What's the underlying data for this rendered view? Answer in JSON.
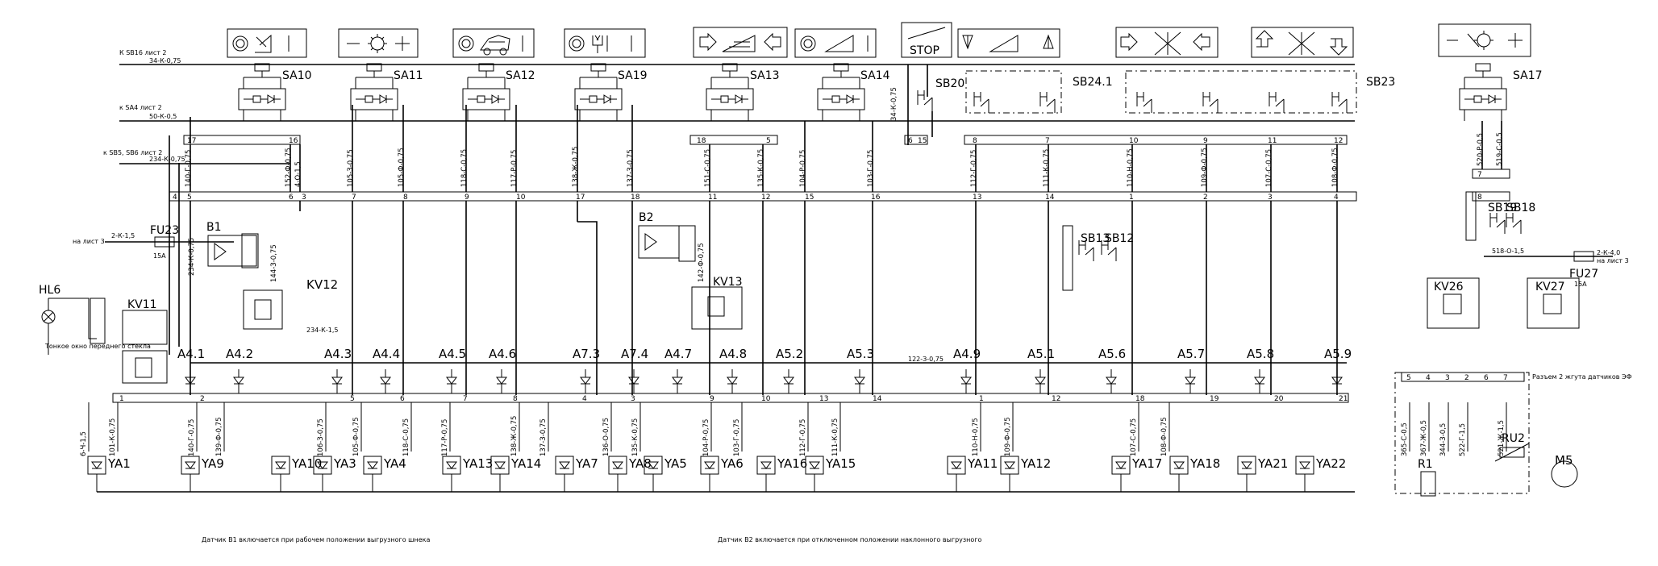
{
  "sheet_refs": {
    "sb16": "К SB16 лист 2",
    "w1": "34-К-0,75",
    "sa4": "к SA4 лист 2",
    "w2": "50-К-0,5",
    "sb5": "к SB5, SB6 лист 2",
    "w3": "234-К-0,75",
    "list3": "на лист 3",
    "w4": "2-К-1,5",
    "rl3": "на лист 3",
    "rw": "2-К-4,0"
  },
  "pictogram_labels": {
    "stop": "STOP"
  },
  "switches": [
    "SA10",
    "SA11",
    "SA12",
    "SA19",
    "SA13",
    "SA14",
    "SA17"
  ],
  "buttons": [
    "SB20",
    "SB24.1",
    "SB23"
  ],
  "misc": {
    "sa14wire": "34-К-0,75",
    "fu23": "FU23",
    "fu23a": "15А",
    "fu27": "FU27",
    "fu27a": "15А",
    "hl6": "HL6",
    "hl6_note": "Тонкое окно переднего стекла",
    "b1": "B1",
    "b2": "B2",
    "kv11": "KV11",
    "kv12": "KV12",
    "kv13": "KV13",
    "kv26": "KV26",
    "kv27": "KV27",
    "sb13": "SB13",
    "sb12": "SB12",
    "sb19": "SB19",
    "sb18": "SB18",
    "w_kv12": "234-К-1,5",
    "w_234": "234-К-0,75",
    "w_144": "144-З-0,75",
    "w_142": "142-Ф-0,75",
    "w_122": "122-З-0,75",
    "w_518": "518-О-1,5",
    "r1": "R1",
    "ru2": "RU2",
    "m5": "M5"
  },
  "upper_strip": {
    "left_pins": [
      "17",
      "16"
    ],
    "mid_pins": [
      "18",
      "5"
    ],
    "right_pins": [
      "8",
      "7",
      "10",
      "9",
      "11",
      "12"
    ],
    "sb20_pins": [
      "6",
      "15"
    ],
    "sa17_pins": [
      "7"
    ]
  },
  "lower_strip": {
    "pins": [
      "4",
      "5",
      "6",
      "3",
      "7",
      "8",
      "9",
      "10",
      "17",
      "18",
      "11",
      "12",
      "15",
      "16",
      "13",
      "14",
      "1",
      "2",
      "3",
      "4"
    ],
    "sa17_pin": "8"
  },
  "upper_wires": [
    "140-Г-0,75",
    "152-Ф-0,75",
    "4-О-1,5",
    "105-З-0,75",
    "105-Ф-0,75",
    "118-С-0,75",
    "117-Р-0,75",
    "138-Ж-0,75",
    "137-З-0,75",
    "151-С-0,75",
    "135-К-0,75",
    "104-Р-0,75",
    "103-Г-0,75",
    "112-Г-0,75",
    "111-К-0,75",
    "110-Н-0,75",
    "109-Ф-0,75",
    "107-С-0,75",
    "108-Ф-0,75",
    "520-Р-0,5",
    "519-С-0,5"
  ],
  "bus_names": [
    "A4.1",
    "A4.2",
    "A4.3",
    "A4.4",
    "A4.5",
    "A4.6",
    "A7.3",
    "A7.4",
    "A4.7",
    "A4.8",
    "A5.2",
    "A5.3",
    "A4.9",
    "A5.1",
    "A5.6",
    "A5.7",
    "A5.8",
    "A5.9"
  ],
  "bottom_strip": {
    "pins": [
      "1",
      "2",
      "5",
      "6",
      "7",
      "8",
      "4",
      "3",
      "9",
      "10",
      "13",
      "14",
      "1",
      "12",
      "18",
      "19",
      "20",
      "21"
    ],
    "right_pins": [
      "5",
      "4",
      "3",
      "2",
      "6",
      "7"
    ]
  },
  "bottom_wires": [
    "6-Ч-1,5",
    "101-К-0,75",
    "140-Г-0,75",
    "139-Ф-0,75",
    "106-З-0,75",
    "105-Ф-0,75",
    "118-С-0,75",
    "117-Р-0,75",
    "138-Ж-0,75",
    "137-З-0,75",
    "136-О-0,75",
    "135-К-0,75",
    "104-Р-0,75",
    "103-Г-0,75",
    "112-Г-0,75",
    "111-К-0,75",
    "110-Н-0,75",
    "109-Ф-0,75",
    "107-С-0,75",
    "108-Ф-0,75",
    "365-С-0,5",
    "367-Ж-0,5",
    "344-З-0,5",
    "522-Г-1,5",
    "521-Ж-1,5"
  ],
  "valves": [
    "YA1",
    "YA9",
    "YA10",
    "YA3",
    "YA4",
    "YA13",
    "YA14",
    "YA7",
    "YA8",
    "YA5",
    "YA6",
    "YA16",
    "YA15",
    "YA11",
    "YA12",
    "YA17",
    "YA18",
    "YA21",
    "YA22"
  ],
  "captions": {
    "right_conn": "Разъем 2 жгута датчиков ЭФ",
    "d1": "Датчик B1 включается при рабочем положении выгрузного шнека",
    "d2": "Датчик B2 включается при отключенном положении наклонного выгрузного"
  }
}
